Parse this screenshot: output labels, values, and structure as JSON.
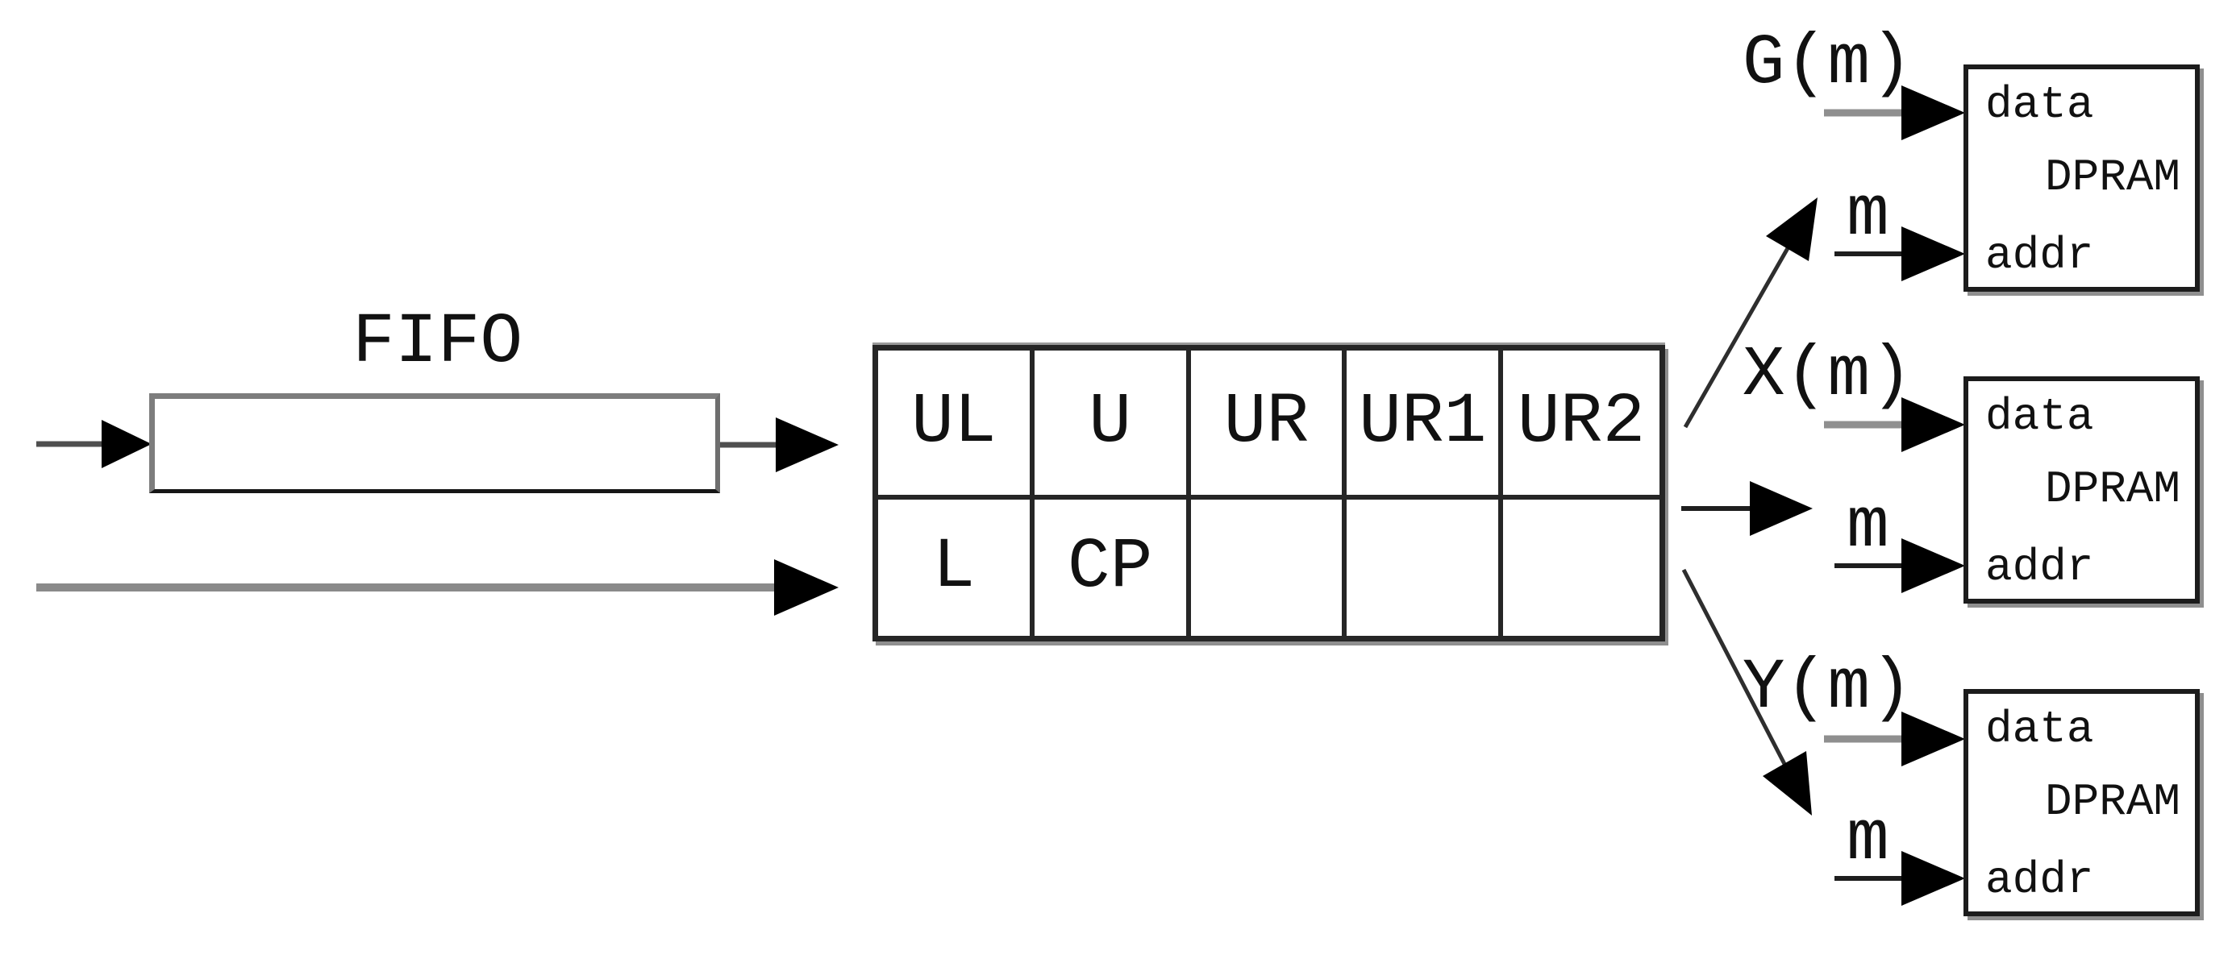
{
  "fifo": {
    "label": "FIFO"
  },
  "table": {
    "row1": [
      "UL",
      "U",
      "UR",
      "UR1",
      "UR2"
    ],
    "row2": [
      "L",
      "CP",
      "",
      "",
      ""
    ]
  },
  "dprams": [
    {
      "data_signal": "G(m)",
      "addr_signal": "m",
      "data_port": "data",
      "block_name": "DPRAM",
      "addr_port": "addr"
    },
    {
      "data_signal": "X(m)",
      "addr_signal": "m",
      "data_port": "data",
      "block_name": "DPRAM",
      "addr_port": "addr"
    },
    {
      "data_signal": "Y(m)",
      "addr_signal": "m",
      "data_port": "data",
      "block_name": "DPRAM",
      "addr_port": "addr"
    }
  ],
  "colors": {
    "ink": "#111111",
    "line_gray": "#8a8a8a",
    "line_dark": "#2e2e2e",
    "box_border_gray": "#7d7d7d",
    "background": "#ffffff"
  }
}
